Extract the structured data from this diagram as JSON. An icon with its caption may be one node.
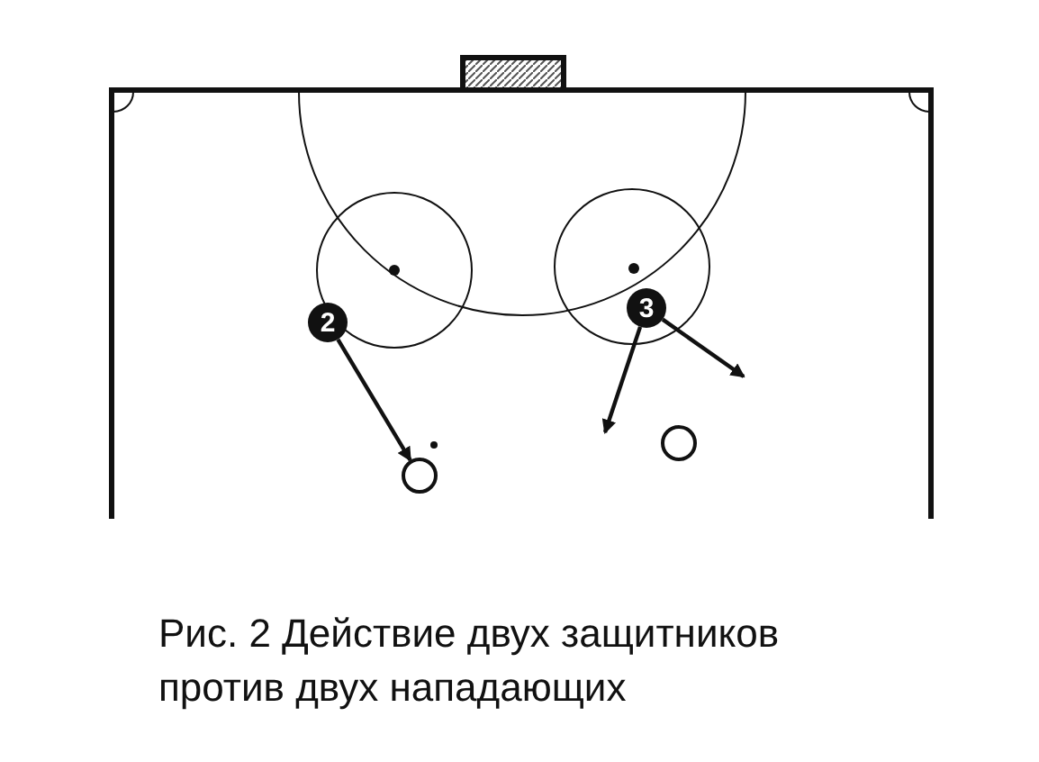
{
  "diagram": {
    "caption": "Рис. 2 Действие двух защитников против двух нападающих",
    "nodes": [
      {
        "text": [
          "2"
        ]
      },
      {
        "text": [
          "3"
        ]
      },
      {
        "text": [],
        "shape": "circle"
      },
      {
        "text": [],
        "shape": "circle"
      }
    ],
    "edges": [
      {
        "from": 0,
        "to": 2,
        "arrow": "to"
      },
      {
        "from": 1,
        "to": null,
        "arrow": "to"
      },
      {
        "from": 1,
        "to": null,
        "arrow": "to"
      }
    ]
  }
}
